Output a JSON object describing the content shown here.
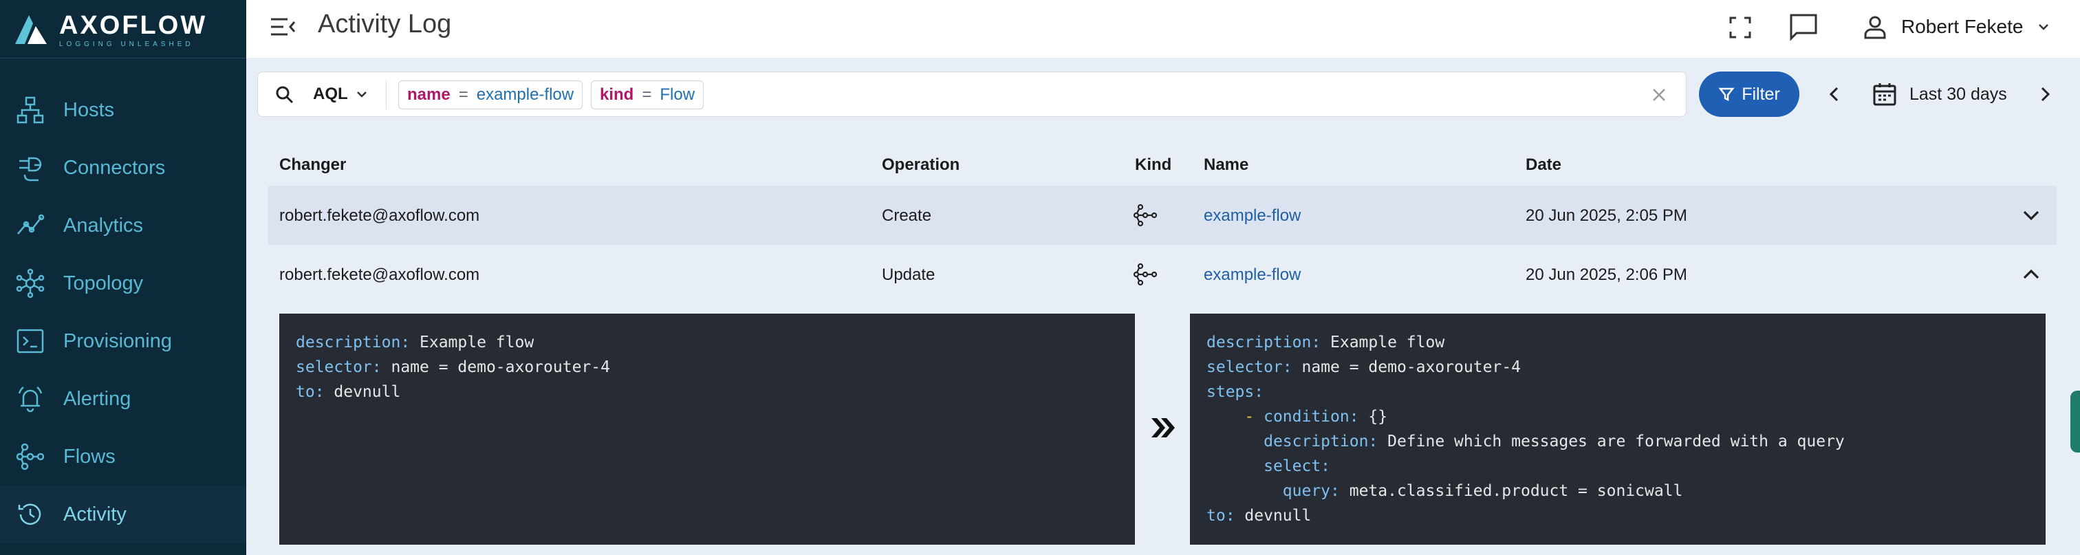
{
  "brand": {
    "name": "AXOFLOW",
    "tagline": "LOGGING UNLEASHED"
  },
  "sidebar": {
    "items": [
      {
        "label": "Hosts",
        "icon": "hosts-icon",
        "active": false
      },
      {
        "label": "Connectors",
        "icon": "connectors-icon",
        "active": false
      },
      {
        "label": "Analytics",
        "icon": "analytics-icon",
        "active": false
      },
      {
        "label": "Topology",
        "icon": "topology-icon",
        "active": false
      },
      {
        "label": "Provisioning",
        "icon": "terminal-icon",
        "active": false
      },
      {
        "label": "Alerting",
        "icon": "bell-icon",
        "active": false
      },
      {
        "label": "Flows",
        "icon": "flows-icon",
        "active": false
      },
      {
        "label": "Activity",
        "icon": "history-icon",
        "active": true
      }
    ]
  },
  "header": {
    "title": "Activity Log",
    "user_name": "Robert Fekete"
  },
  "search": {
    "mode": "AQL",
    "chips": [
      {
        "key": "name",
        "op": "=",
        "value": "example-flow"
      },
      {
        "key": "kind",
        "op": "=",
        "value": "Flow"
      }
    ],
    "filter_label": "Filter",
    "date_range": "Last 30 days"
  },
  "table": {
    "columns": [
      "Changer",
      "Operation",
      "Kind",
      "Name",
      "Date"
    ],
    "rows": [
      {
        "changer": "robert.fekete@axoflow.com",
        "operation": "Create",
        "kind_icon": "flow-icon",
        "name": "example-flow",
        "date": "20 Jun 2025, 2:05 PM",
        "expanded": false
      },
      {
        "changer": "robert.fekete@axoflow.com",
        "operation": "Update",
        "kind_icon": "flow-icon",
        "name": "example-flow",
        "date": "20 Jun 2025, 2:06 PM",
        "expanded": true
      }
    ]
  },
  "diff": {
    "before": [
      {
        "indent": "",
        "dash": "",
        "key": "description:",
        "value": " Example flow"
      },
      {
        "indent": "",
        "dash": "",
        "key": "selector:",
        "value": " name = demo-axorouter-4"
      },
      {
        "indent": "",
        "dash": "",
        "key": "to:",
        "value": " devnull"
      }
    ],
    "after": [
      {
        "indent": "",
        "dash": "",
        "key": "description:",
        "value": " Example flow"
      },
      {
        "indent": "",
        "dash": "",
        "key": "selector:",
        "value": " name = demo-axorouter-4"
      },
      {
        "indent": "",
        "dash": "",
        "key": "steps:",
        "value": ""
      },
      {
        "indent": "    ",
        "dash": "- ",
        "key": "condition:",
        "value": " {}"
      },
      {
        "indent": "      ",
        "dash": "",
        "key": "description:",
        "value": " Define which messages are forwarded with a query"
      },
      {
        "indent": "      ",
        "dash": "",
        "key": "select:",
        "value": ""
      },
      {
        "indent": "        ",
        "dash": "",
        "key": "query:",
        "value": " meta.classified.product = sonicwall"
      },
      {
        "indent": "",
        "dash": "",
        "key": "to:",
        "value": " devnull"
      }
    ]
  },
  "colors": {
    "sidebar_bg": "#0d2a3a",
    "accent": "#58b9d4",
    "primary": "#1f5fb4",
    "chip_key": "#b0176b",
    "code_bg": "#272b33"
  }
}
